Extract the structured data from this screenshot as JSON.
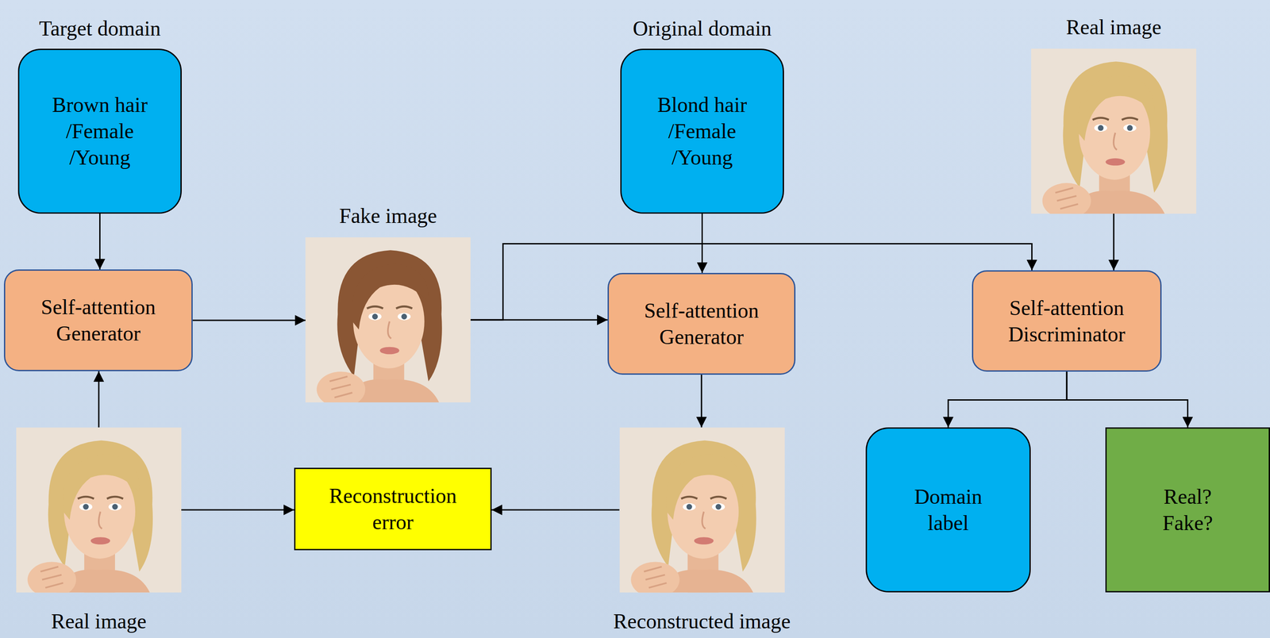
{
  "diagram": {
    "nodes": [
      {
        "text": [
          "Target domain",
          "Brown hair /Female /Young"
        ]
      },
      {
        "text": [
          "Self-attention Generator"
        ]
      },
      {
        "text": [
          "Real image"
        ]
      },
      {
        "text": [
          "Fake image"
        ]
      },
      {
        "text": [
          "Original domain",
          "Blond hair /Female /Young"
        ]
      },
      {
        "text": [
          "Self-attention Generator"
        ]
      },
      {
        "text": [
          "Real image"
        ]
      },
      {
        "text": [
          "Self-attention Discriminator"
        ]
      },
      {
        "text": [
          "Reconstruction error"
        ]
      },
      {
        "text": [
          "Reconstructed image"
        ]
      },
      {
        "text": [
          "Domain label"
        ]
      },
      {
        "text": [
          "Real? Fake?"
        ]
      }
    ],
    "edges": [
      {
        "from": 0,
        "to": 1,
        "arrow": "to"
      },
      {
        "from": 2,
        "to": 1,
        "arrow": "to"
      },
      {
        "from": 1,
        "to": 3,
        "arrow": "to"
      },
      {
        "from": 3,
        "to": 5,
        "arrow": "to"
      },
      {
        "from": 3,
        "to": 7,
        "arrow": "to"
      },
      {
        "from": 4,
        "to": 5,
        "arrow": "to"
      },
      {
        "from": 6,
        "to": 7,
        "arrow": "to"
      },
      {
        "from": 5,
        "to": 9,
        "arrow": "to"
      },
      {
        "from": 2,
        "to": 8,
        "arrow": "to"
      },
      {
        "from": 9,
        "to": 8,
        "arrow": "to"
      },
      {
        "from": 7,
        "to": 10,
        "arrow": "to"
      },
      {
        "from": 7,
        "to": 11,
        "arrow": "to"
      }
    ]
  }
}
